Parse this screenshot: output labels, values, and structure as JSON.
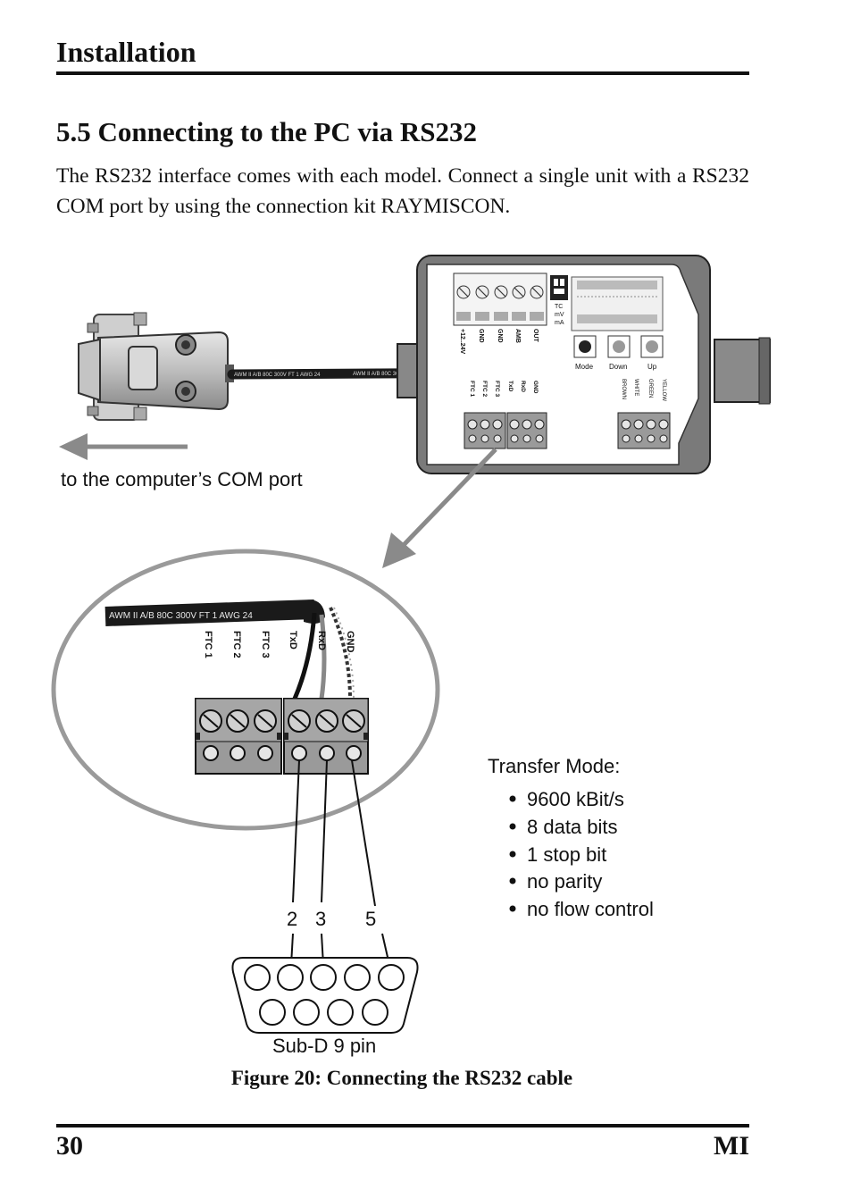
{
  "header": {
    "section": "Installation"
  },
  "section_title": "5.5 Connecting to the PC via RS232",
  "intro_text": "The RS232 interface comes with each model. Connect a single unit with a RS232 COM port by using the connection kit RAYMISCON.",
  "figure": {
    "com_port_label": "to the computer’s COM port",
    "cable_print_1": "AWM II A/B 80C  300V  FT 1  AWG 24",
    "cable_print_2": "AWM II A/B 80C  300V  FT 1  AWG 24",
    "cable_print_zoom": "AWM II A/B 80C  300V  FT 1  AWG 24",
    "housing": {
      "terminal_labels": [
        "+12..24V",
        "GND",
        "GND",
        "AMB",
        "OUT"
      ],
      "switch_labels": [
        "TC",
        "mV",
        "mA"
      ],
      "buttons": [
        "Mode",
        "Down",
        "Up"
      ],
      "left_terminal_labels": [
        "FTC 1",
        "FTC 2",
        "FTC 3",
        "TxD",
        "RxD",
        "GND"
      ],
      "right_terminal_labels": [
        "BROWN",
        "WHITE",
        "GREEN",
        "YELLOW"
      ]
    },
    "zoom_terminal_labels": [
      "FTC 1",
      "FTC 2",
      "FTC 3",
      "TxD",
      "RxD",
      "GND"
    ],
    "transfer_mode": {
      "title": "Transfer Mode:",
      "items": [
        "9600 kBit/s",
        "8 data bits",
        "1 stop bit",
        "no parity",
        "no flow control"
      ]
    },
    "pin_numbers": [
      "2",
      "3",
      "5"
    ],
    "subd_label": "Sub-D 9 pin"
  },
  "figure_caption": "Figure 20: Connecting the RS232 cable",
  "footer": {
    "page_number": "30",
    "model": "MI"
  }
}
